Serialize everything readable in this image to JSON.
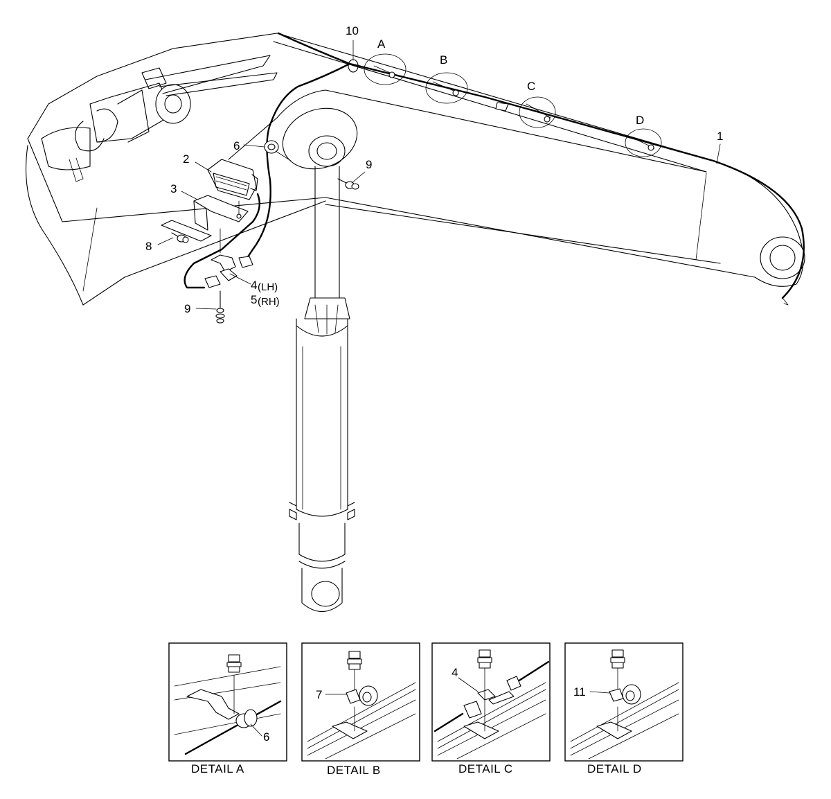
{
  "callouts": {
    "c1": "1",
    "c2": "2",
    "c3": "3",
    "c4": "4",
    "c4_suffix": "(LH)",
    "c5": "5",
    "c5_suffix": "(RH)",
    "c6": "6",
    "c8": "8",
    "c9_top": "9",
    "c9_bottom": "9",
    "c10": "10"
  },
  "detail_markers": {
    "a": "A",
    "b": "B",
    "c": "C",
    "d": "D"
  },
  "details": [
    {
      "caption": "DETAIL  A",
      "callout": "6"
    },
    {
      "caption": "DETAIL  B",
      "callout": "7"
    },
    {
      "caption": "DETAIL  C",
      "callout": "4"
    },
    {
      "caption": "DETAIL  D",
      "callout": "11"
    }
  ]
}
